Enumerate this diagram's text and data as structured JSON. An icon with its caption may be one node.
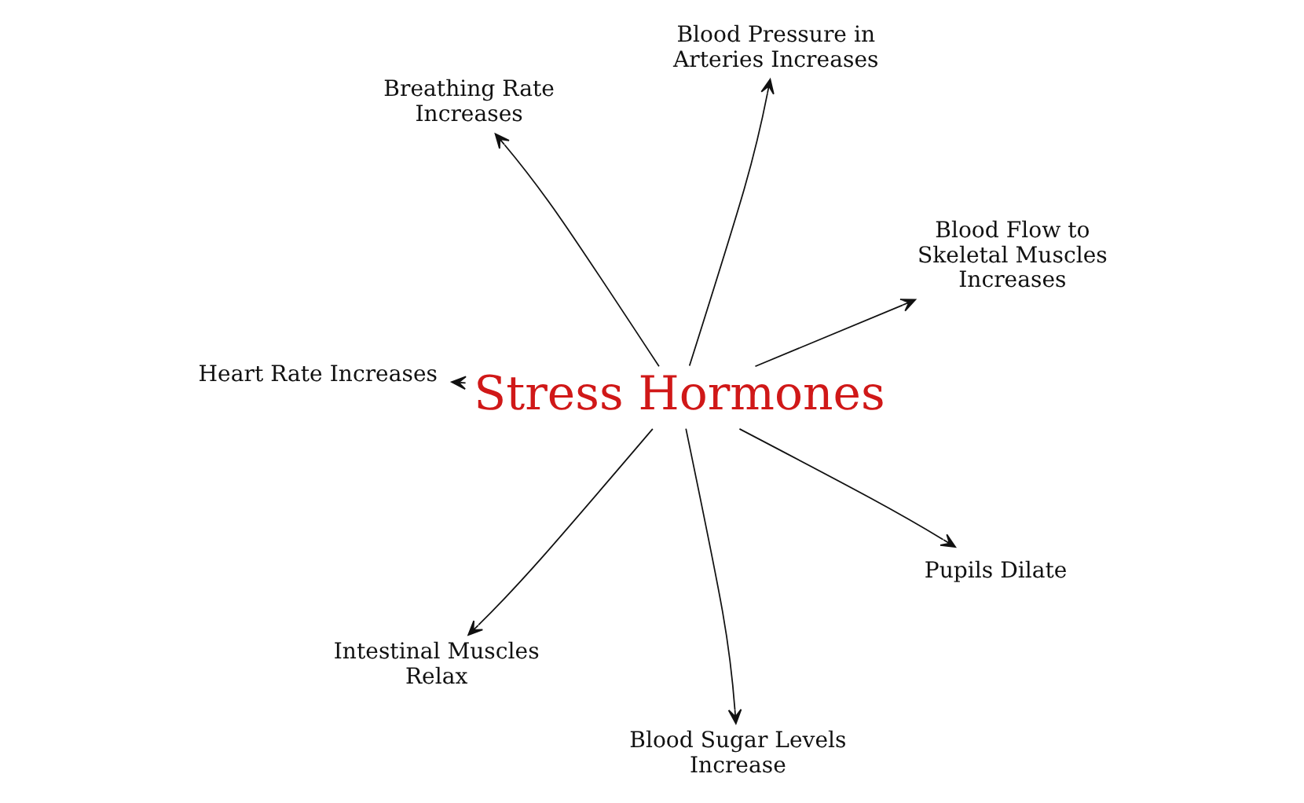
{
  "diagram": {
    "nodes": [
      {
        "text": [
          "Heart Rate Increases"
        ]
      },
      {
        "text": [
          "Blood Flow to Skeletal Muscles Increases"
        ]
      },
      {
        "text": [
          "Blood Sugar Levels Increase"
        ]
      },
      {
        "text": [
          "Blood Pressure in Arteries Increases"
        ]
      },
      {
        "text": [
          "Stress Hormones"
        ]
      },
      {
        "text": [
          "Breathing Rate Increases"
        ]
      },
      {
        "text": [
          "Intestinal Muscles Relax"
        ]
      },
      {
        "text": [
          "Pupils Dilate"
        ]
      }
    ],
    "edges": [
      {
        "from": 4,
        "to": 1,
        "arrow": "to"
      },
      {
        "from": 4,
        "to": 0,
        "arrow": "to"
      },
      {
        "from": 4,
        "to": 2,
        "arrow": "to"
      },
      {
        "from": 4,
        "to": 3,
        "arrow": "to"
      },
      {
        "from": 4,
        "to": 6,
        "arrow": "to"
      },
      {
        "from": 4,
        "to": 7,
        "arrow": "to"
      },
      {
        "from": 4,
        "to": 5,
        "arrow": "to"
      }
    ]
  }
}
